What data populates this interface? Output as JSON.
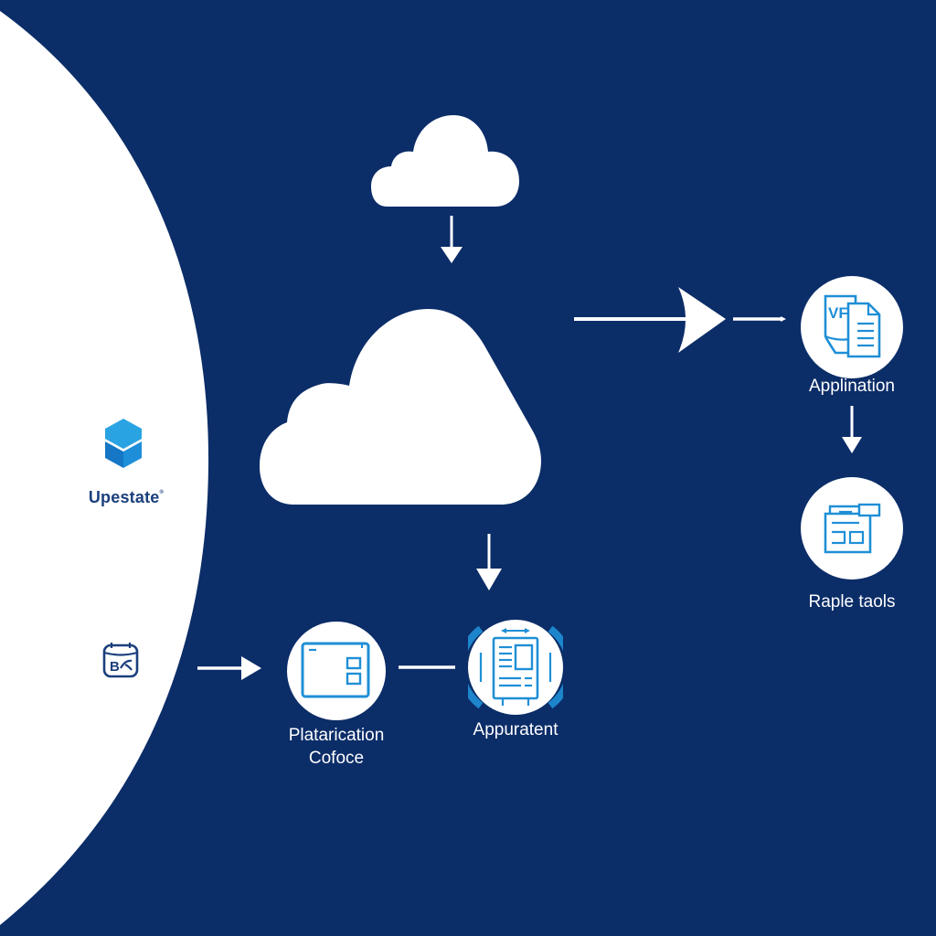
{
  "diagram": {
    "background_color": "#0b2d68",
    "panel_color": "#ffffff",
    "icon_color": "#1f8fd6",
    "brand": {
      "name": "Upestate",
      "mark": "®",
      "logo_icon": "hexagon-cube-icon",
      "logo_colors": [
        "#2aa3e3",
        "#1577c6"
      ]
    },
    "side_icon": {
      "icon": "database-chart-icon",
      "text": "B"
    },
    "nodes": [
      {
        "id": "cloud-source",
        "icon": "cloud-icon",
        "label": ""
      },
      {
        "id": "cloud-main",
        "icon": "cloud-icon",
        "label": ""
      },
      {
        "id": "platform",
        "icon": "window-panel-icon",
        "label_line1": "Platarication",
        "label_line2": "Cofoce"
      },
      {
        "id": "appuratent",
        "icon": "document-layout-icon",
        "label": "Appuratent"
      },
      {
        "id": "application",
        "icon": "document-vf-icon",
        "icon_text": "VF",
        "label": "Applination"
      },
      {
        "id": "raple-tools",
        "icon": "browser-form-icon",
        "label": "Raple taols"
      }
    ],
    "edges": [
      {
        "from": "cloud-source",
        "to": "cloud-main",
        "style": "arrow-down"
      },
      {
        "from": "cloud-main",
        "to": "application",
        "style": "arrow-right-dashed"
      },
      {
        "from": "cloud-main",
        "to": "appuratent",
        "style": "arrow-down"
      },
      {
        "from": "side-icon",
        "to": "platform",
        "style": "arrow-right"
      },
      {
        "from": "platform",
        "to": "appuratent",
        "style": "line"
      },
      {
        "from": "application",
        "to": "raple-tools",
        "style": "arrow-down"
      }
    ]
  }
}
